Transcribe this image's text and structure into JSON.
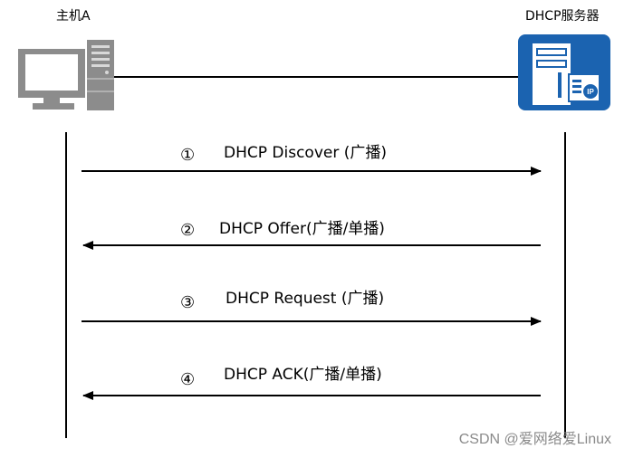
{
  "hosts": {
    "client_label": "主机A",
    "server_label": "DHCP服务器"
  },
  "messages": [
    {
      "num": "①",
      "text": "DHCP Discover (广播)",
      "direction": "right"
    },
    {
      "num": "②",
      "text": "DHCP Offer(广播/单播)",
      "direction": "left"
    },
    {
      "num": "③",
      "text": "DHCP Request (广播)",
      "direction": "right"
    },
    {
      "num": "④",
      "text": "DHCP ACK(广播/单播)",
      "direction": "left"
    }
  ],
  "server_icon_text": "IP",
  "watermark": "CSDN @爱网络爱Linux",
  "colors": {
    "computer_gray": "#8c8c8c",
    "server_blue": "#1b63b0",
    "line": "#000000"
  }
}
